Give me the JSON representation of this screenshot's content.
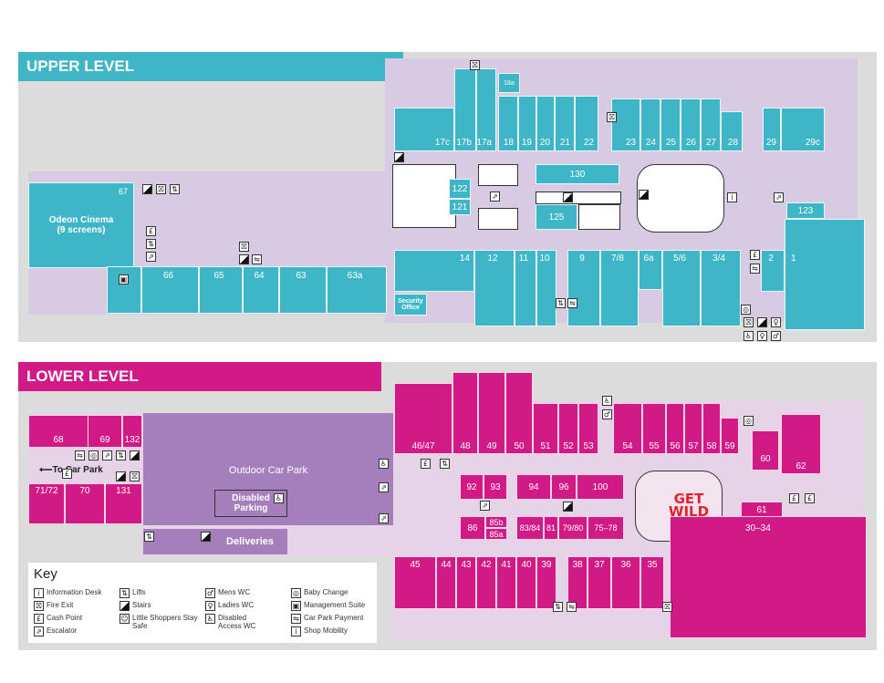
{
  "upper": {
    "title": "UPPER LEVEL",
    "units": [
      "17c",
      "17b",
      "17a",
      "18a",
      "18",
      "19",
      "20",
      "21",
      "22",
      "23",
      "24",
      "25",
      "26",
      "27",
      "28",
      "29",
      "29c",
      "67",
      "122",
      "121",
      "130",
      "125",
      "123",
      "66",
      "65",
      "64",
      "63",
      "63a",
      "14",
      "12",
      "11",
      "10",
      "9",
      "7/8",
      "6a",
      "5/6",
      "3/4",
      "2",
      "1"
    ],
    "cinema": "Odeon Cinema",
    "cinema_sub": "(9 screens)",
    "security": "Security Office"
  },
  "lower": {
    "title": "LOWER LEVEL",
    "units": [
      "68",
      "69",
      "132",
      "71/72",
      "70",
      "131",
      "46/47",
      "48",
      "49",
      "50",
      "51",
      "52",
      "53",
      "54",
      "55",
      "56",
      "57",
      "58",
      "59",
      "60",
      "62",
      "92",
      "93",
      "94",
      "96",
      "100",
      "86",
      "85b",
      "85a",
      "83/84",
      "81",
      "79/80",
      "75–78",
      "61",
      "30–34",
      "45",
      "44",
      "43",
      "42",
      "41",
      "40",
      "39",
      "38",
      "37",
      "36",
      "35"
    ],
    "car_park": "Outdoor Car Park",
    "disabled_parking": "Disabled Parking",
    "deliveries": "Deliveries",
    "to_car_park": "To Car Park",
    "getwild": "GET WILD"
  },
  "key": {
    "title": "Key",
    "items": [
      "Information Desk",
      "Fire Exit",
      "Cash Point",
      "Escalator",
      "Lifts",
      "Stairs",
      "Little Shoppers Stay Safe",
      "Mens WC",
      "Ladies WC",
      "Disabled Access WC",
      "Baby Change",
      "Management Suite",
      "Car Park Payment",
      "Shop Mobility"
    ]
  },
  "colors": {
    "upper": "#3fb6c8",
    "lower": "#d11a86",
    "mall_upper": "#d7cbe4",
    "mall_lower": "#e6d3e7",
    "carpark": "#a57fbc"
  }
}
